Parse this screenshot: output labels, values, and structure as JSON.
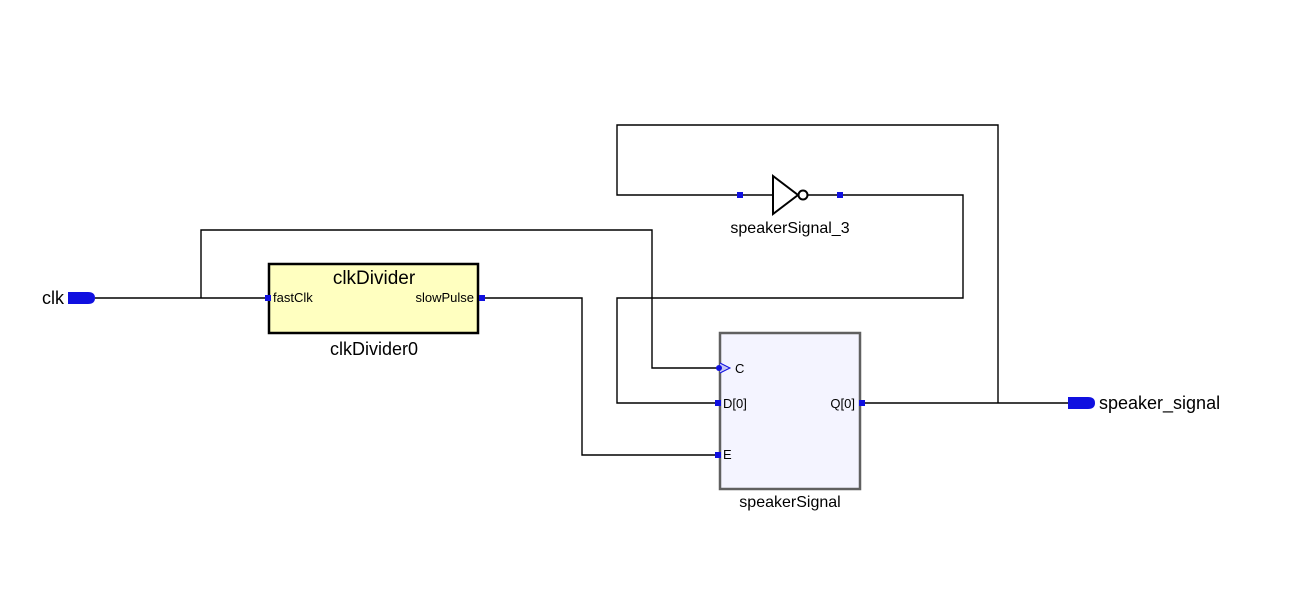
{
  "ports": {
    "input": {
      "name": "clk"
    },
    "output": {
      "name": "speaker_signal"
    }
  },
  "clkdivider": {
    "type_label": "clkDivider",
    "instance_name": "clkDivider0",
    "pin_in": "fastClk",
    "pin_out": "slowPulse"
  },
  "inverter": {
    "instance_name": "speakerSignal_3"
  },
  "register": {
    "instance_name": "speakerSignal",
    "pin_clock": "C",
    "pin_data": "D[0]",
    "pin_enable": "E",
    "pin_q": "Q[0]"
  },
  "colors": {
    "wire": "#000000",
    "pin": "#1010e0",
    "clkdivider_fill": "#ffffc0",
    "register_fill": "#f4f4ff",
    "register_border": "#606060"
  }
}
